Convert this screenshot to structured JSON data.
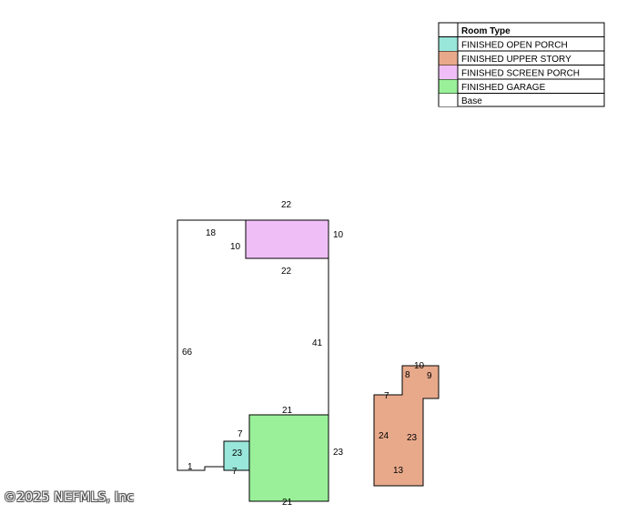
{
  "legend": {
    "header": "Room Type",
    "items": [
      {
        "label": "FINISHED OPEN PORCH",
        "color": "#99E6DA"
      },
      {
        "label": "FINISHED UPPER STORY",
        "color": "#E8A98B"
      },
      {
        "label": "FINISHED SCREEN PORCH",
        "color": "#F0BEF7"
      },
      {
        "label": "FINISHED GARAGE",
        "color": "#99F099"
      },
      {
        "label": "Base",
        "color": "#FFFFFF"
      }
    ]
  },
  "base": {
    "dims": {
      "top_left_segment": "18",
      "left_side": "66",
      "right_side": "41",
      "bottom_left": "1"
    }
  },
  "screen_porch": {
    "dims": {
      "top": "22",
      "left": "10",
      "right": "10",
      "bottom": "22"
    }
  },
  "open_porch": {
    "dims": {
      "top": "7",
      "middle": "23",
      "bottom": "7"
    }
  },
  "garage": {
    "dims": {
      "top": "21",
      "right": "23",
      "bottom": "21"
    }
  },
  "upper_story": {
    "dims": {
      "top": "10",
      "step_inner": "8",
      "step_right": "9",
      "left_ledge": "7",
      "left_side": "24",
      "middle": "23",
      "bottom": "13"
    }
  },
  "copyright": "©2025 NEFMLS, Inc"
}
